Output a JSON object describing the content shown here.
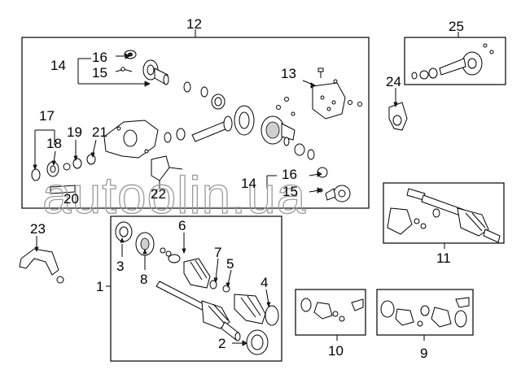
{
  "watermark": "autoolin.ua",
  "callouts": {
    "c1": "1",
    "c2": "2",
    "c3": "3",
    "c4": "4",
    "c5": "5",
    "c6": "6",
    "c7": "7",
    "c8": "8",
    "c9": "9",
    "c10": "10",
    "c11": "11",
    "c12": "12",
    "c13": "13",
    "c14a": "14",
    "c14b": "14",
    "c15a": "15",
    "c15b": "15",
    "c16a": "16",
    "c16b": "16",
    "c17": "17",
    "c18": "18",
    "c19": "19",
    "c20": "20",
    "c21": "21",
    "c22": "22",
    "c23": "23",
    "c24": "24",
    "c25": "25"
  }
}
